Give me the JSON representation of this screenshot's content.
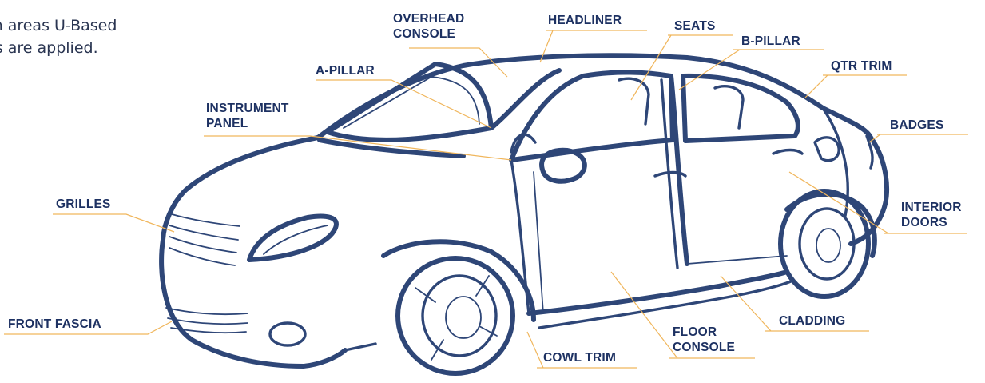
{
  "intro": {
    "line1": "on areas U-Based",
    "line2": "rs are applied."
  },
  "colors": {
    "label": "#1d3162",
    "leader_line": "#f0b65c",
    "car_outline": "#2e4677",
    "intro_text": "#2a3551"
  },
  "labels": {
    "overhead_console": [
      "OVERHEAD",
      "CONSOLE"
    ],
    "headliner": "HEADLINER",
    "seats": "SEATS",
    "b_pillar": "B-PILLAR",
    "qtr_trim": "QTR TRIM",
    "a_pillar": "A-PILLAR",
    "instrument_panel": [
      "INSTRUMENT",
      "PANEL"
    ],
    "badges": "BADGES",
    "grilles": "GRILLES",
    "interior_doors": [
      "INTERIOR",
      "DOORS"
    ],
    "front_fascia": "FRONT FASCIA",
    "cladding": "CLADDING",
    "floor_console": [
      "FLOOR",
      "CONSOLE"
    ],
    "cowl_trim": "COWL TRIM"
  }
}
